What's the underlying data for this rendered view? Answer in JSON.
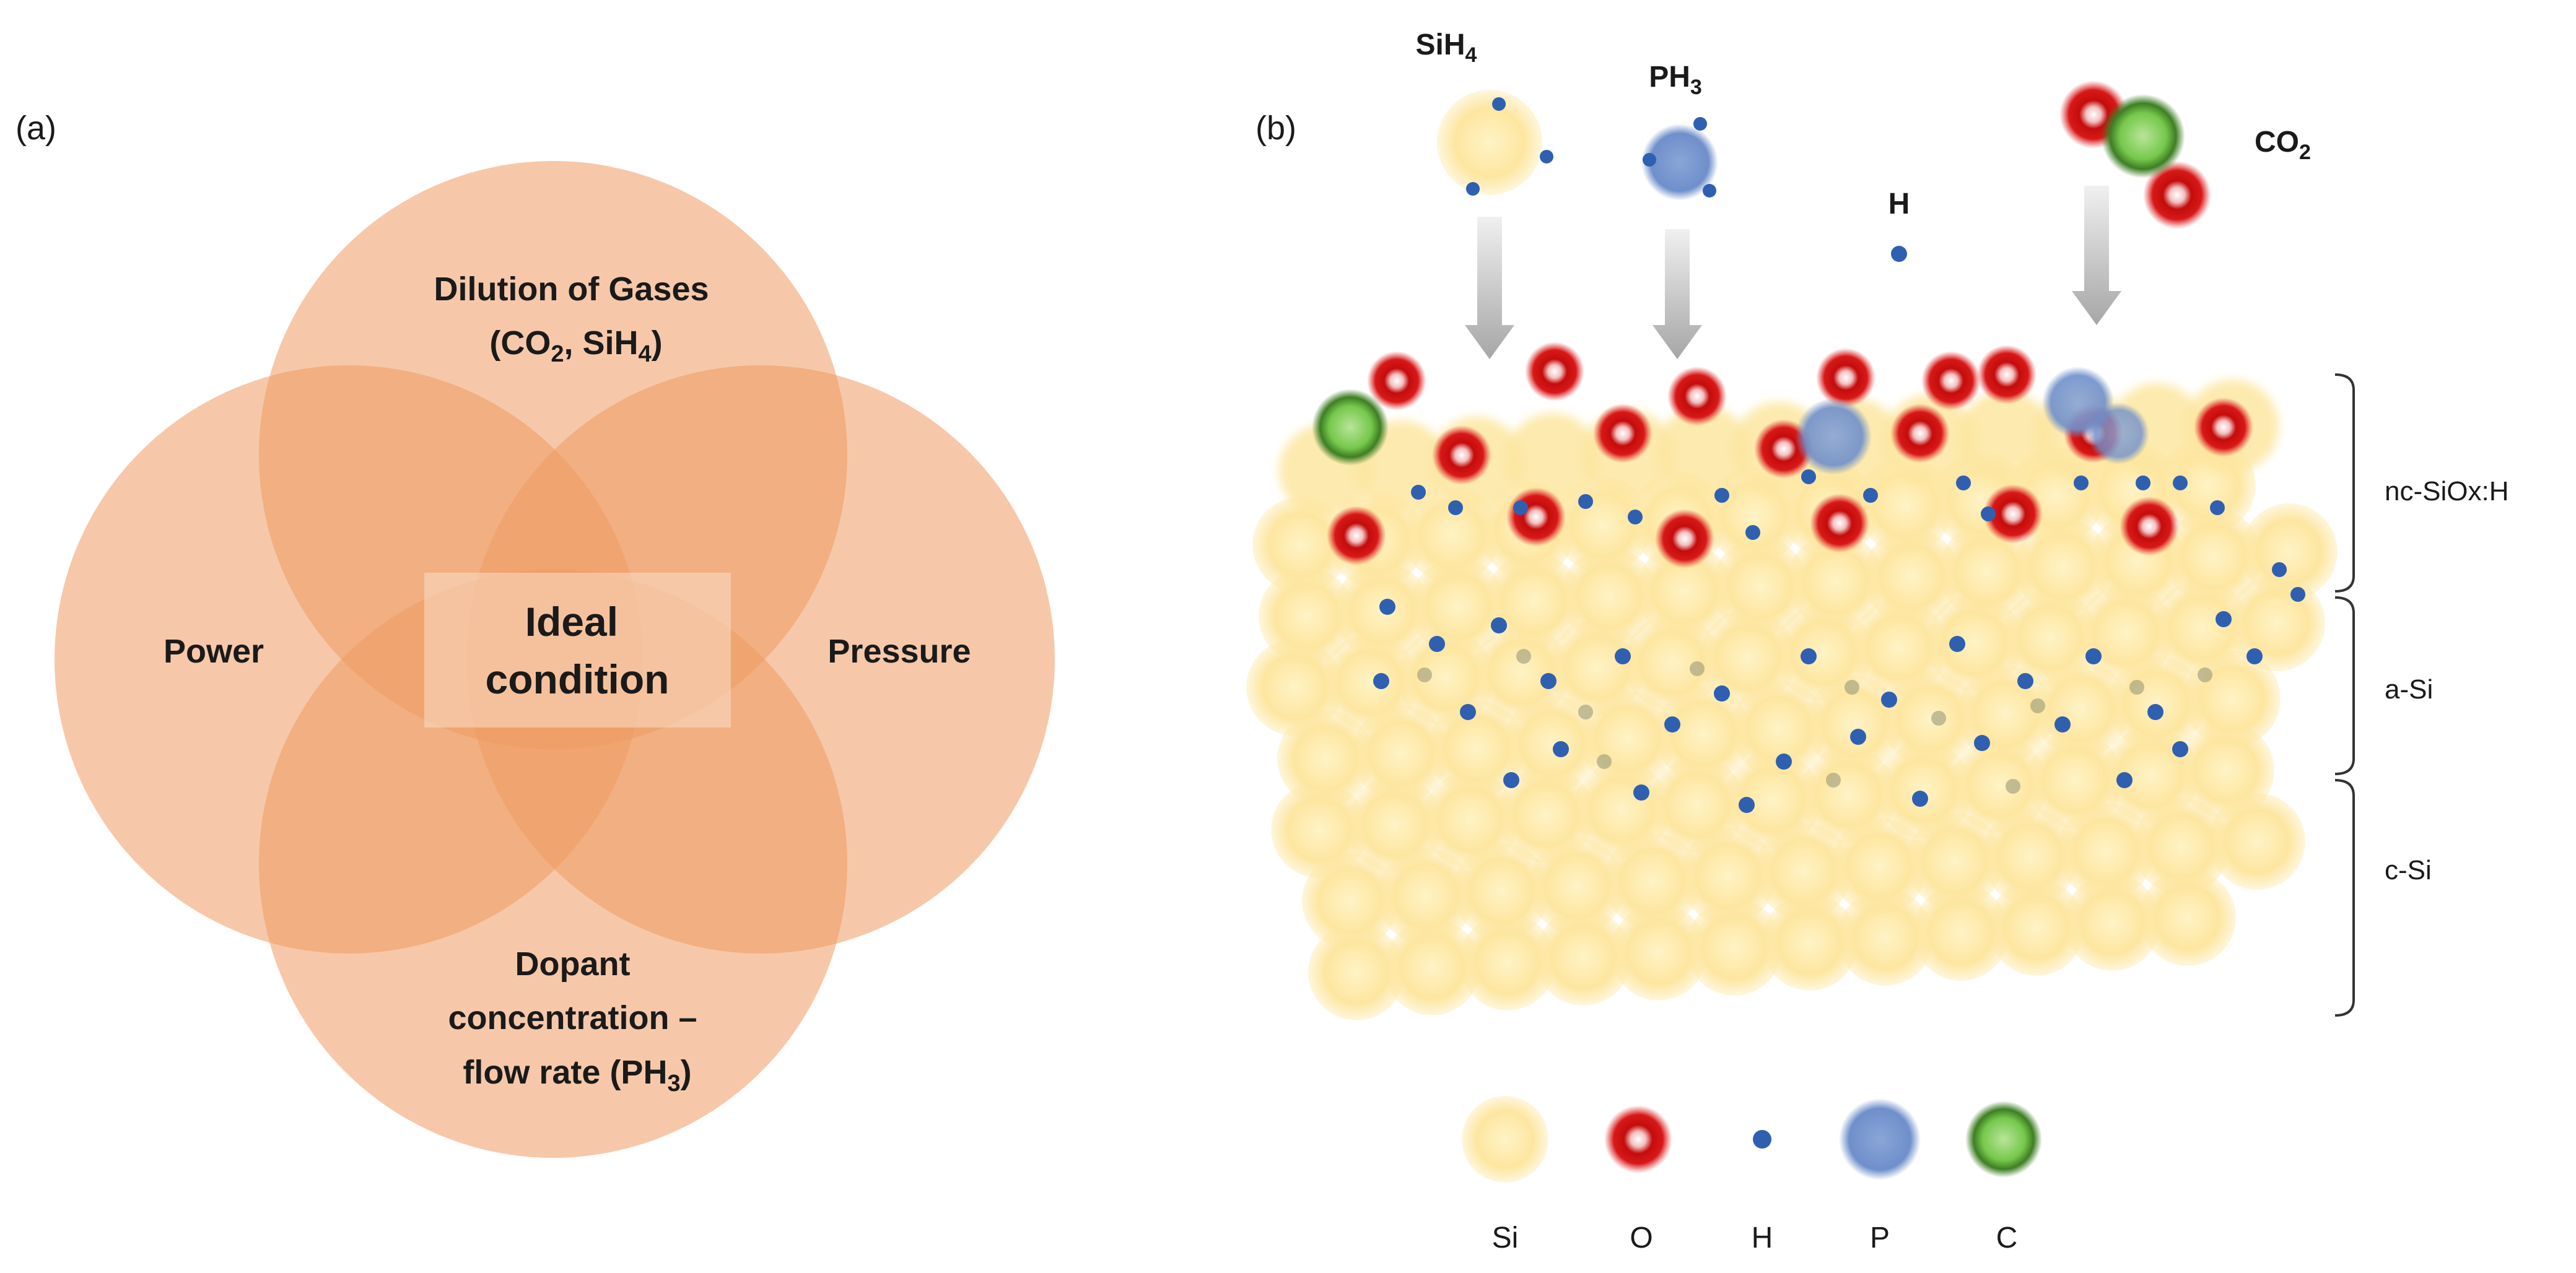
{
  "panel_a": {
    "tag": "(a)",
    "circles": {
      "top": {
        "line1": "Dilution of Gases",
        "line2_prefix": "(CO",
        "line2_sub1": "2",
        "line2_mid": ", SiH",
        "line2_sub2": "4",
        "line2_suffix": ")"
      },
      "left": {
        "label": "Power"
      },
      "right": {
        "label": "Pressure"
      },
      "bottom": {
        "line1": "Dopant",
        "line2": "concentration –",
        "line3_prefix": "flow rate (PH",
        "line3_sub": "3",
        "line3_suffix": ")"
      }
    },
    "center": {
      "line1": "Ideal",
      "line2": "condition"
    },
    "colors": {
      "circle_fill": "#ef9a62",
      "text": "#1a1a1a",
      "center_box": "#f7c9a6"
    }
  },
  "panel_b": {
    "tag": "(b)",
    "gases": {
      "sih4": {
        "base": "SiH",
        "sub": "4"
      },
      "ph3": {
        "base": "PH",
        "sub": "3"
      },
      "h": {
        "label": "H"
      },
      "co2": {
        "base": "CO",
        "sub": "2"
      }
    },
    "layers": {
      "top": "nc-SiOx:H",
      "middle": "a-Si",
      "bottom": "c-Si"
    },
    "legend": {
      "si": "Si",
      "o": "O",
      "h": "H",
      "p": "P",
      "c": "C"
    },
    "colors": {
      "si": "#fde6a0",
      "o": "#d81818",
      "h": "#2f5fb0",
      "p": "#6f8fcb",
      "c": "#6dbd45",
      "arrow": "#b9b9b9"
    }
  }
}
